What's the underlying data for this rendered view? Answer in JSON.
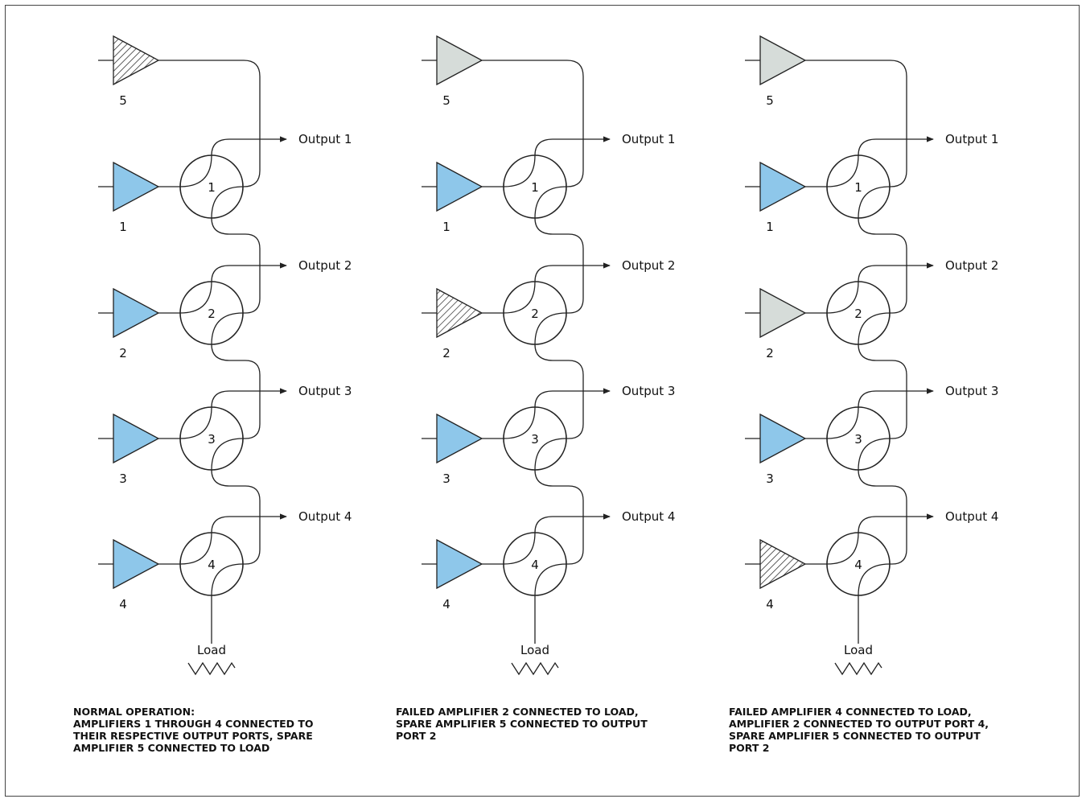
{
  "colors": {
    "active": "#8ec7ea",
    "spare": "#d6dcd9",
    "failed": "hatched",
    "stroke": "#222222"
  },
  "panels": [
    {
      "amplifiers": [
        {
          "label": "5",
          "state": "failed"
        },
        {
          "label": "1",
          "state": "active"
        },
        {
          "label": "2",
          "state": "active"
        },
        {
          "label": "3",
          "state": "active"
        },
        {
          "label": "4",
          "state": "active"
        }
      ],
      "switches": [
        "1",
        "2",
        "3",
        "4"
      ],
      "outputs": [
        "Output 1",
        "Output 2",
        "Output 3",
        "Output 4"
      ],
      "load_label": "Load",
      "caption": [
        "NORMAL OPERATION:",
        "AMPLIFIERS 1 THROUGH 4 CONNECTED TO",
        "THEIR RESPECTIVE OUTPUT PORTS, SPARE",
        "AMPLIFIER 5 CONNECTED TO LOAD"
      ]
    },
    {
      "amplifiers": [
        {
          "label": "5",
          "state": "spare"
        },
        {
          "label": "1",
          "state": "active"
        },
        {
          "label": "2",
          "state": "failed"
        },
        {
          "label": "3",
          "state": "active"
        },
        {
          "label": "4",
          "state": "active"
        }
      ],
      "switches": [
        "1",
        "2",
        "3",
        "4"
      ],
      "outputs": [
        "Output 1",
        "Output 2",
        "Output 3",
        "Output 4"
      ],
      "load_label": "Load",
      "caption": [
        "FAILED AMPLIFIER 2 CONNECTED TO LOAD,",
        "SPARE AMPLIFIER 5 CONNECTED TO OUTPUT",
        "PORT 2"
      ]
    },
    {
      "amplifiers": [
        {
          "label": "5",
          "state": "spare"
        },
        {
          "label": "1",
          "state": "active"
        },
        {
          "label": "2",
          "state": "spare"
        },
        {
          "label": "3",
          "state": "active"
        },
        {
          "label": "4",
          "state": "failed"
        }
      ],
      "switches": [
        "1",
        "2",
        "3",
        "4"
      ],
      "outputs": [
        "Output 1",
        "Output 2",
        "Output 3",
        "Output 4"
      ],
      "load_label": "Load",
      "caption": [
        "FAILED AMPLIFIER 4 CONNECTED TO LOAD,",
        "AMPLIFIER 2 CONNECTED TO OUTPUT PORT 4,",
        "SPARE AMPLIFIER 5 CONNECTED TO OUTPUT",
        "PORT 2"
      ]
    }
  ]
}
